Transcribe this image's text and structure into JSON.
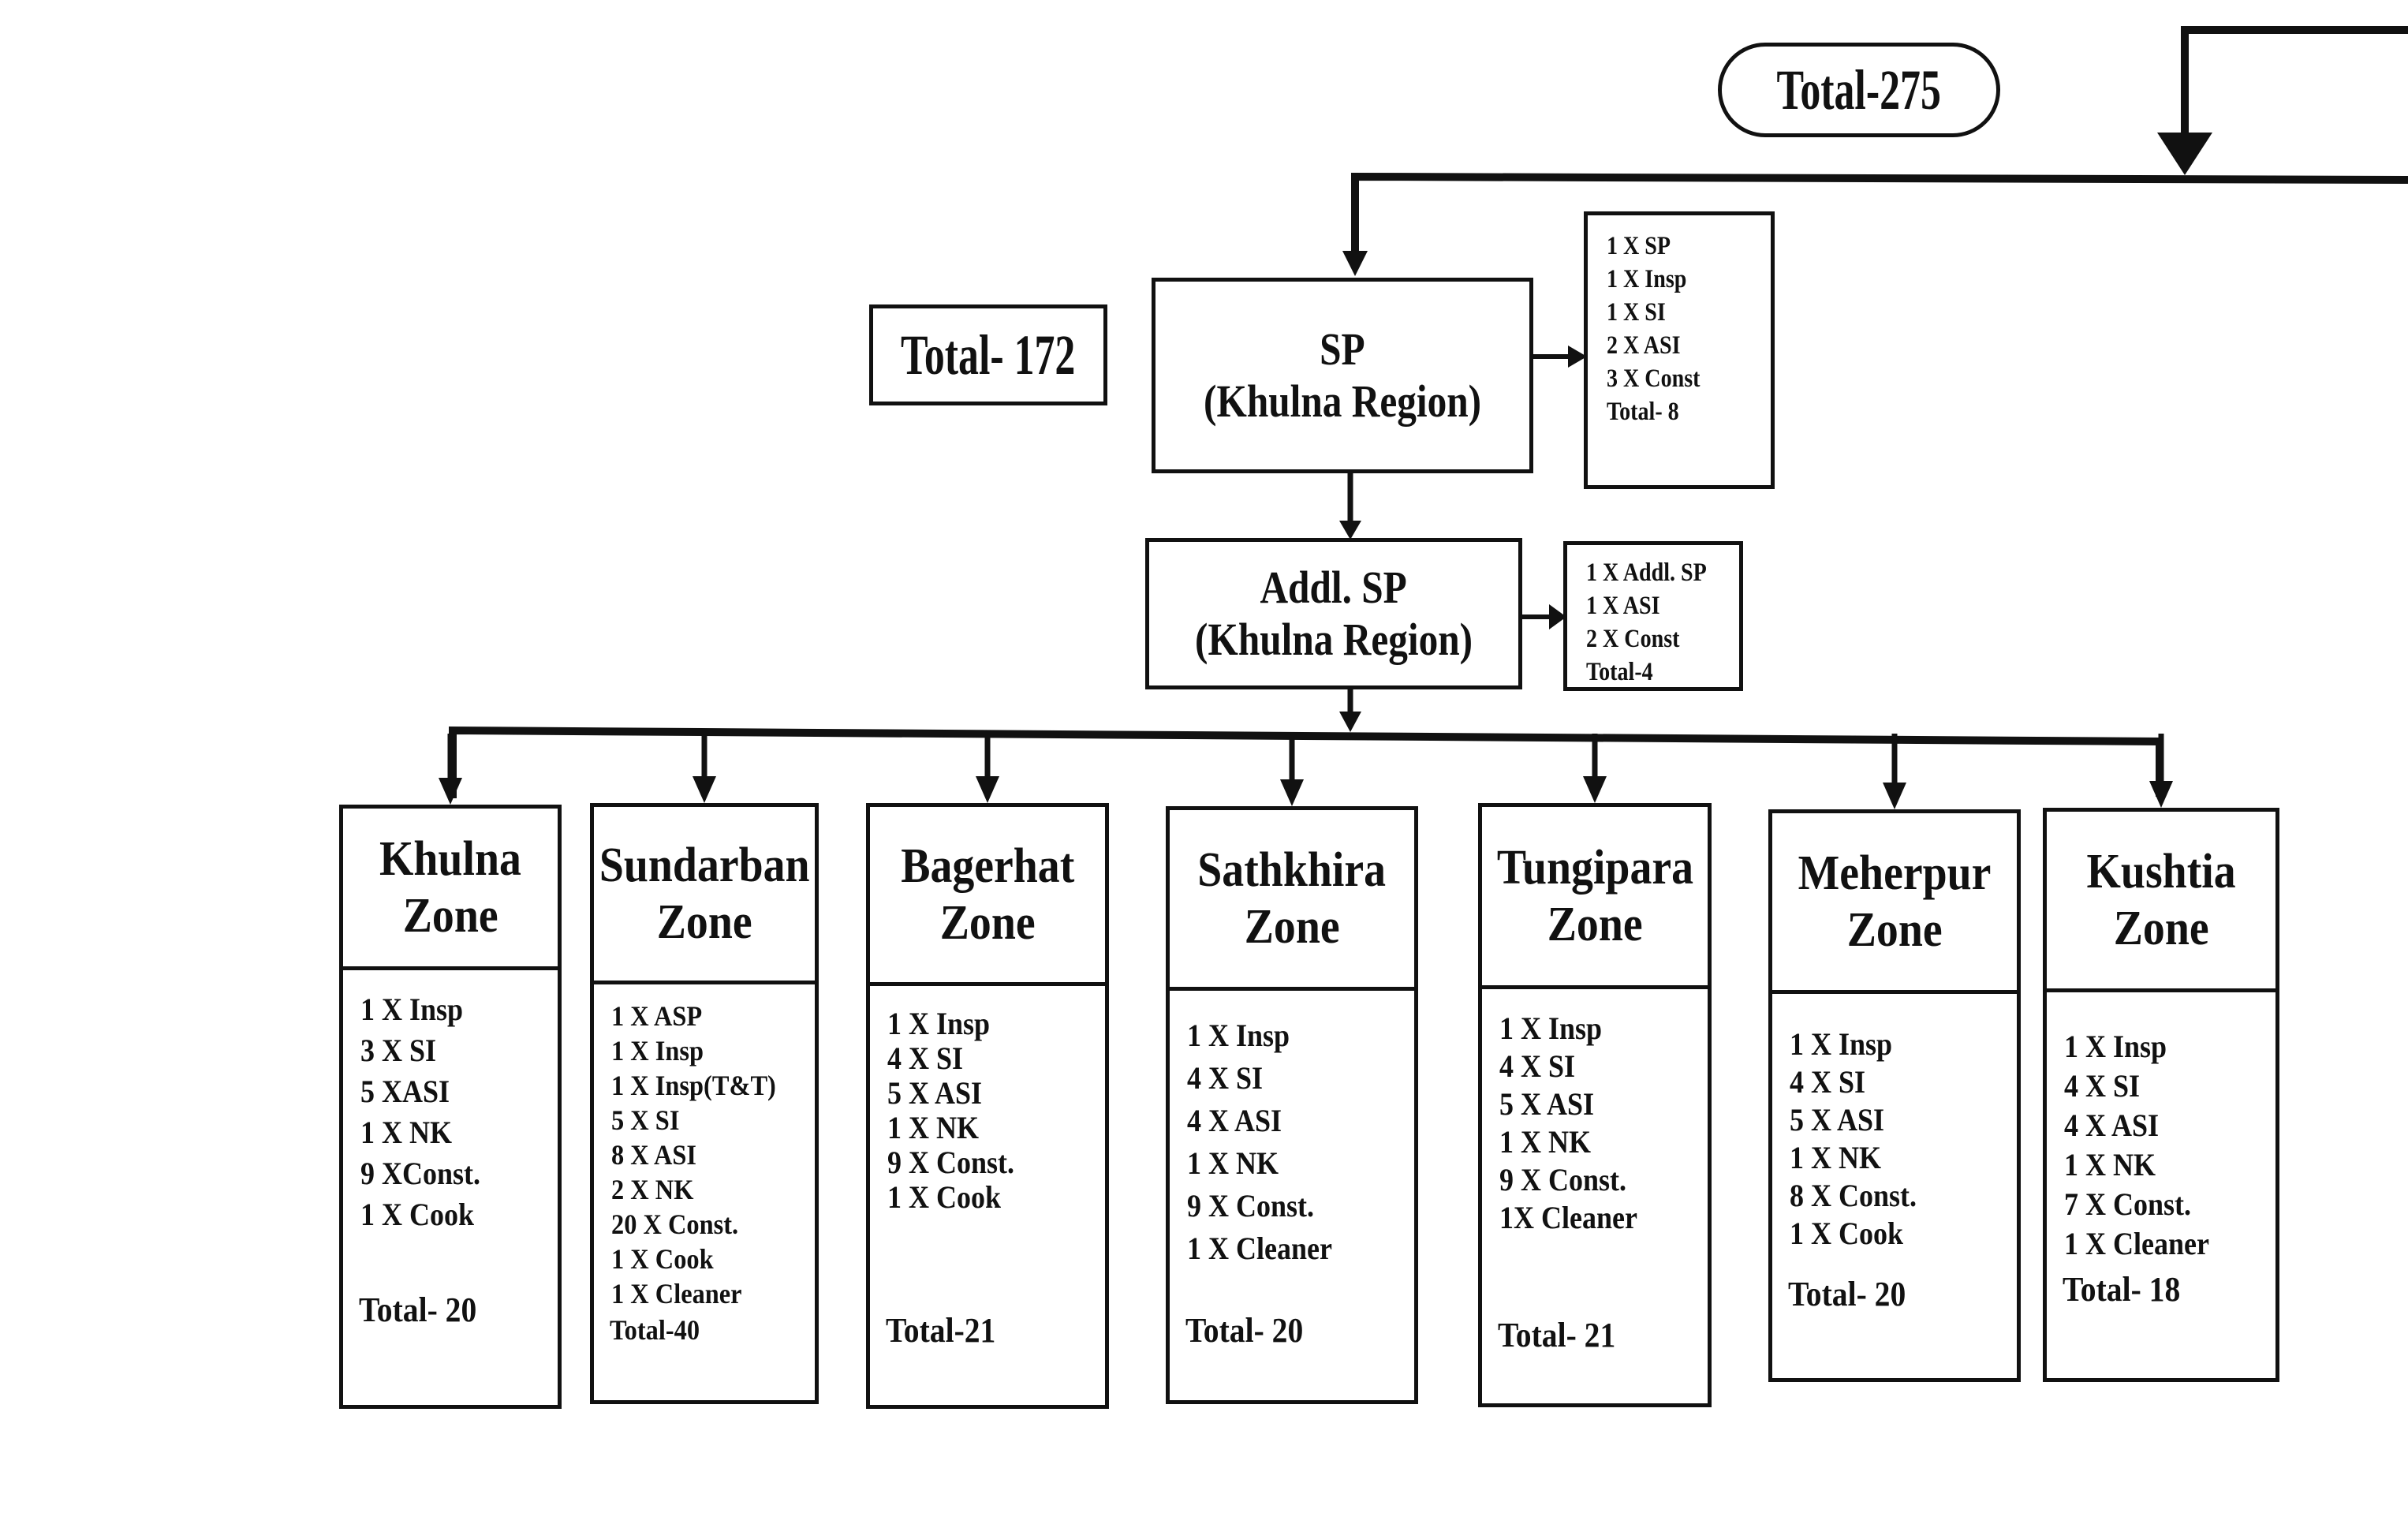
{
  "grand_total": "Total-275",
  "region_total": "Total- 172",
  "sp_node": {
    "line1": "SP",
    "line2": "(Khulna Region)"
  },
  "sp_staff": [
    "1 X SP",
    "1 X Insp",
    "1 X SI",
    "2 X ASI",
    "3 X Const",
    "Total- 8"
  ],
  "addl_sp_node": {
    "line1": "Addl. SP",
    "line2": "(Khulna Region)"
  },
  "addl_sp_staff": [
    "1 X Addl. SP",
    "1 X ASI",
    "2 X Const",
    "Total-4"
  ],
  "zones": [
    {
      "line1": "Khulna",
      "line2": "Zone",
      "items": [
        "1 X Insp",
        "3 X SI",
        "5 XASI",
        "1 X NK",
        "9 XConst.",
        "1 X Cook"
      ],
      "total": "Total- 20"
    },
    {
      "line1": "Sundarban",
      "line2": "Zone",
      "items": [
        "1 X ASP",
        "1 X Insp",
        "1 X Insp(T&T)",
        "5 X SI",
        "8 X ASI",
        "2 X NK",
        "20 X Const.",
        "1 X Cook",
        "1 X Cleaner"
      ],
      "total": "Total-40"
    },
    {
      "line1": "Bagerhat",
      "line2": "Zone",
      "items": [
        "1 X Insp",
        "4 X SI",
        "5 X ASI",
        "1 X NK",
        "9 X Const.",
        "1 X Cook"
      ],
      "total": "Total-21"
    },
    {
      "line1": "Sathkhira",
      "line2": "Zone",
      "items": [
        "1 X Insp",
        "4 X SI",
        "4 X ASI",
        "1 X NK",
        "9 X Const.",
        "1 X Cleaner"
      ],
      "total": "Total- 20"
    },
    {
      "line1": "Tungipara",
      "line2": "Zone",
      "items": [
        "1 X Insp",
        "4 X SI",
        "5 X ASI",
        "1 X  NK",
        "9 X Const.",
        "1X Cleaner"
      ],
      "total": "Total- 21"
    },
    {
      "line1": "Meherpur",
      "line2": "Zone",
      "items": [
        "1 X Insp",
        "4 X SI",
        "5 X ASI",
        "1 X NK",
        "8 X Const.",
        "1 X Cook"
      ],
      "total": "Total- 20"
    },
    {
      "line1": "Kushtia",
      "line2": "Zone",
      "items": [
        "1 X Insp",
        "4 X SI",
        "4 X ASI",
        "1 X NK",
        "7 X Const.",
        "1 X Cleaner"
      ],
      "total": "Total- 18"
    }
  ]
}
